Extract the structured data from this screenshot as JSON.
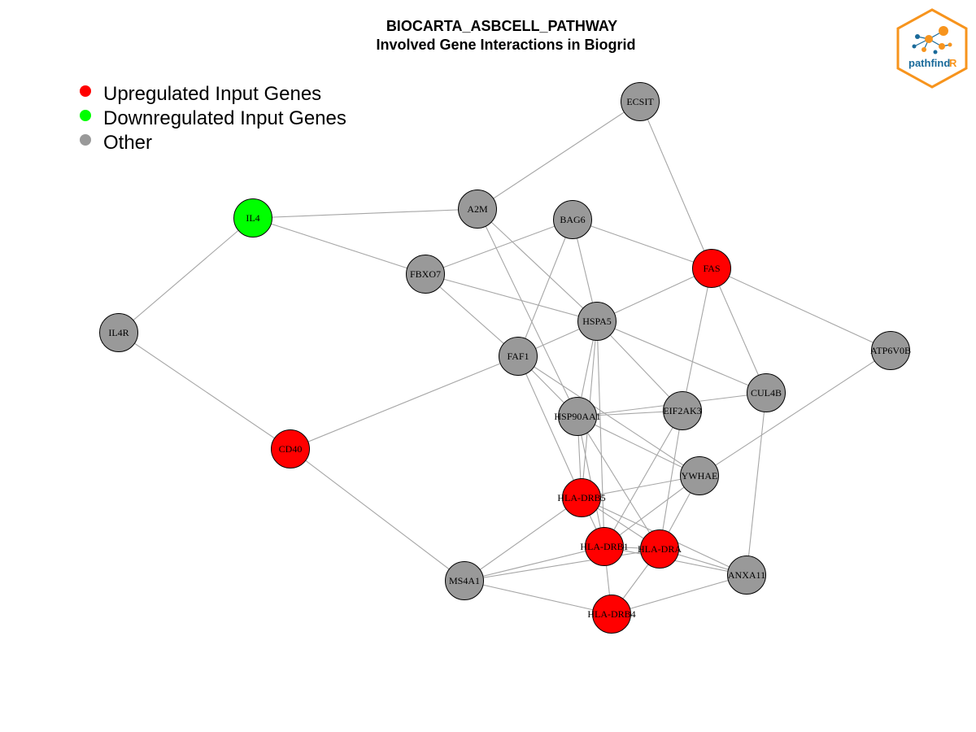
{
  "title": {
    "line1": "BIOCARTA_ASBCELL_PATHWAY",
    "line2": "Involved Gene Interactions in Biogrid"
  },
  "legend": [
    {
      "label": "Upregulated Input Genes",
      "color": "#ff0000"
    },
    {
      "label": "Downregulated Input Genes",
      "color": "#00ff00"
    },
    {
      "label": "Other",
      "color": "#999999"
    }
  ],
  "logo": {
    "text_main": "pathfind",
    "text_accent": "R",
    "border_color": "#f7941d",
    "text_color": "#1a6a9a"
  },
  "colors": {
    "up": "#ff0000",
    "down": "#00ff00",
    "other": "#999999",
    "edge": "#a6a6a6"
  },
  "nodes": [
    {
      "id": "ECSIT",
      "status": "other"
    },
    {
      "id": "A2M",
      "status": "other"
    },
    {
      "id": "BAG6",
      "status": "other"
    },
    {
      "id": "IL4",
      "status": "down"
    },
    {
      "id": "FBXO7",
      "status": "other"
    },
    {
      "id": "FAS",
      "status": "up"
    },
    {
      "id": "IL4R",
      "status": "other"
    },
    {
      "id": "HSPA5",
      "status": "other"
    },
    {
      "id": "FAF1",
      "status": "other"
    },
    {
      "id": "ATP6V0B",
      "status": "other"
    },
    {
      "id": "CUL4B",
      "status": "other"
    },
    {
      "id": "HSP90AA1",
      "status": "other"
    },
    {
      "id": "EIF2AK3",
      "status": "other"
    },
    {
      "id": "CD40",
      "status": "up"
    },
    {
      "id": "YWHAE",
      "status": "other"
    },
    {
      "id": "HLA-DRB5",
      "status": "up"
    },
    {
      "id": "HLA-DRB1",
      "status": "up"
    },
    {
      "id": "HLA-DRA",
      "status": "up"
    },
    {
      "id": "ANXA11",
      "status": "other"
    },
    {
      "id": "MS4A1",
      "status": "other"
    },
    {
      "id": "HLA-DRB4",
      "status": "up"
    }
  ],
  "edges": [
    [
      "ECSIT",
      "A2M"
    ],
    [
      "ECSIT",
      "FAS"
    ],
    [
      "IL4",
      "A2M"
    ],
    [
      "IL4",
      "FBXO7"
    ],
    [
      "IL4",
      "IL4R"
    ],
    [
      "IL4R",
      "CD40"
    ],
    [
      "A2M",
      "HSPA5"
    ],
    [
      "A2M",
      "HSP90AA1"
    ],
    [
      "BAG6",
      "FBXO7"
    ],
    [
      "BAG6",
      "FAS"
    ],
    [
      "BAG6",
      "HSPA5"
    ],
    [
      "BAG6",
      "FAF1"
    ],
    [
      "FBXO7",
      "HSPA5"
    ],
    [
      "FBXO7",
      "FAF1"
    ],
    [
      "FAS",
      "HSPA5"
    ],
    [
      "FAS",
      "ATP6V0B"
    ],
    [
      "FAS",
      "CUL4B"
    ],
    [
      "FAS",
      "EIF2AK3"
    ],
    [
      "HSPA5",
      "FAF1"
    ],
    [
      "HSPA5",
      "CUL4B"
    ],
    [
      "HSPA5",
      "EIF2AK3"
    ],
    [
      "HSPA5",
      "HSP90AA1"
    ],
    [
      "HSPA5",
      "HLA-DRB5"
    ],
    [
      "HSPA5",
      "HLA-DRB1"
    ],
    [
      "FAF1",
      "CD40"
    ],
    [
      "FAF1",
      "HSP90AA1"
    ],
    [
      "FAF1",
      "YWHAE"
    ],
    [
      "FAF1",
      "HLA-DRB5"
    ],
    [
      "ATP6V0B",
      "YWHAE"
    ],
    [
      "CUL4B",
      "HSP90AA1"
    ],
    [
      "CUL4B",
      "ANXA11"
    ],
    [
      "HSP90AA1",
      "EIF2AK3"
    ],
    [
      "HSP90AA1",
      "YWHAE"
    ],
    [
      "HSP90AA1",
      "HLA-DRB5"
    ],
    [
      "HSP90AA1",
      "HLA-DRB1"
    ],
    [
      "HSP90AA1",
      "HLA-DRA"
    ],
    [
      "EIF2AK3",
      "HLA-DRB1"
    ],
    [
      "EIF2AK3",
      "HLA-DRA"
    ],
    [
      "CD40",
      "MS4A1"
    ],
    [
      "YWHAE",
      "HLA-DRB5"
    ],
    [
      "YWHAE",
      "HLA-DRB1"
    ],
    [
      "YWHAE",
      "HLA-DRA"
    ],
    [
      "HLA-DRB5",
      "HLA-DRB1"
    ],
    [
      "HLA-DRB5",
      "HLA-DRA"
    ],
    [
      "HLA-DRB5",
      "MS4A1"
    ],
    [
      "HLA-DRB5",
      "ANXA11"
    ],
    [
      "HLA-DRB1",
      "HLA-DRA"
    ],
    [
      "HLA-DRB1",
      "MS4A1"
    ],
    [
      "HLA-DRB1",
      "HLA-DRB4"
    ],
    [
      "HLA-DRB1",
      "ANXA11"
    ],
    [
      "HLA-DRA",
      "MS4A1"
    ],
    [
      "HLA-DRA",
      "HLA-DRB4"
    ],
    [
      "HLA-DRA",
      "ANXA11"
    ],
    [
      "MS4A1",
      "HLA-DRB4"
    ],
    [
      "HLA-DRB4",
      "ANXA11"
    ]
  ]
}
